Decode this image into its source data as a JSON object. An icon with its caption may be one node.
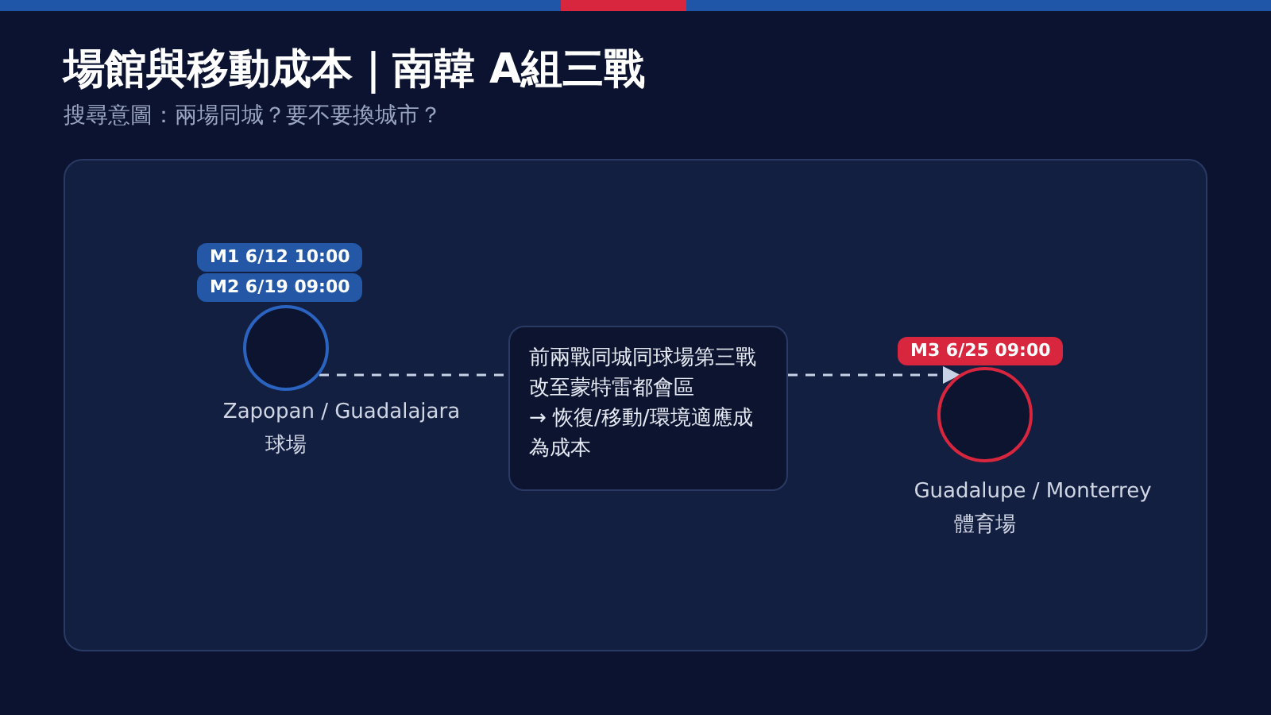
{
  "diagram": {
    "title": "場館與移動成本｜南韓 A組三戰",
    "nodes": [
      {
        "text": [],
        "shape": "circle",
        "beside": [
          "M1 6/12 10:00",
          "M2 6/19 09:00",
          "Zapopan / Guadalajara",
          "球場"
        ]
      },
      {
        "text": [
          "前兩戰同城同球場第三戰改至蒙特雷都會區",
          "→ 恢復/移動/環境適應成為成本"
        ]
      },
      {
        "text": [],
        "shape": "circle",
        "beside": [
          "M3 6/25 09:00",
          "Guadalupe / Monterrey",
          "體育場"
        ]
      }
    ],
    "edges": [
      {
        "from": 0,
        "to": 1,
        "arrow": "none",
        "style": "dashed"
      },
      {
        "from": 1,
        "to": 2,
        "arrow": "to",
        "style": "dashed"
      }
    ],
    "labels": [
      "搜尋意圖：兩場同城？要不要換城市？"
    ]
  }
}
